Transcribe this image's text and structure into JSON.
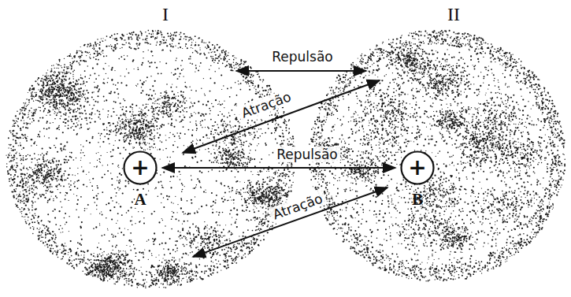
{
  "diagram": {
    "nodes": [
      {
        "text": [
          "+",
          "A"
        ]
      },
      {
        "text": [
          "+",
          "B"
        ]
      }
    ],
    "edges": [
      {
        "from": 0,
        "to": 1,
        "label": "Repulsão",
        "arrow": "both"
      }
    ],
    "labels": [
      "I",
      "II",
      "Repulsão",
      "Atração",
      "Atração"
    ]
  }
}
